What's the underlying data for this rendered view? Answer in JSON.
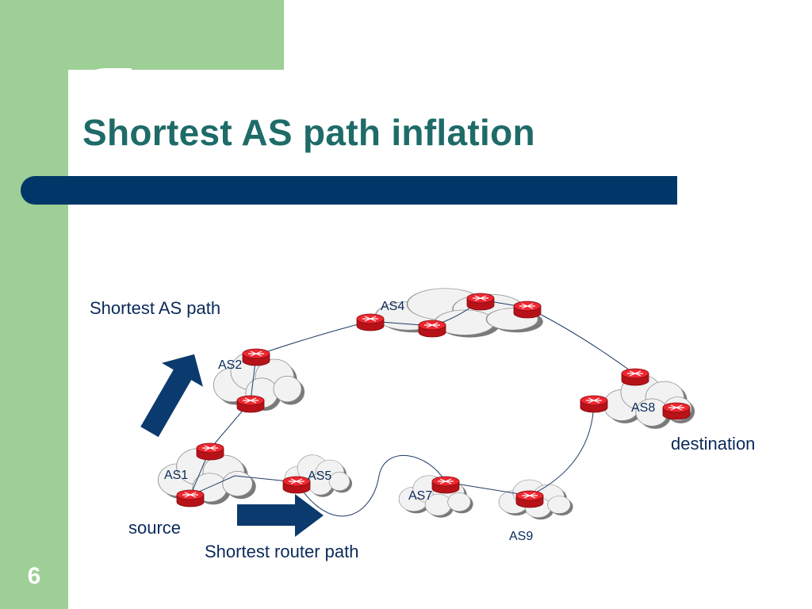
{
  "slide": {
    "title": "Shortest AS path inflation",
    "page_number": "6"
  },
  "colors": {
    "green_panel": "#9dcf96",
    "title": "#1e6b68",
    "bar": "#003768",
    "arrow": "#0b3a6e",
    "router": "#e8202a",
    "text": "#0b2a5a"
  },
  "diagram": {
    "as_labels": {
      "as1": "AS1",
      "as2": "AS2",
      "as4": "AS4",
      "as5": "AS5",
      "as7": "AS7",
      "as8": "AS8",
      "as9": "AS9"
    },
    "labels": {
      "shortest_as_path": "Shortest AS path",
      "shortest_router_path": "Shortest router path",
      "source": "source",
      "destination": "destination"
    },
    "icons": {
      "router": "router-icon",
      "cloud": "cloud-icon",
      "arrow": "block-arrow-icon"
    }
  }
}
